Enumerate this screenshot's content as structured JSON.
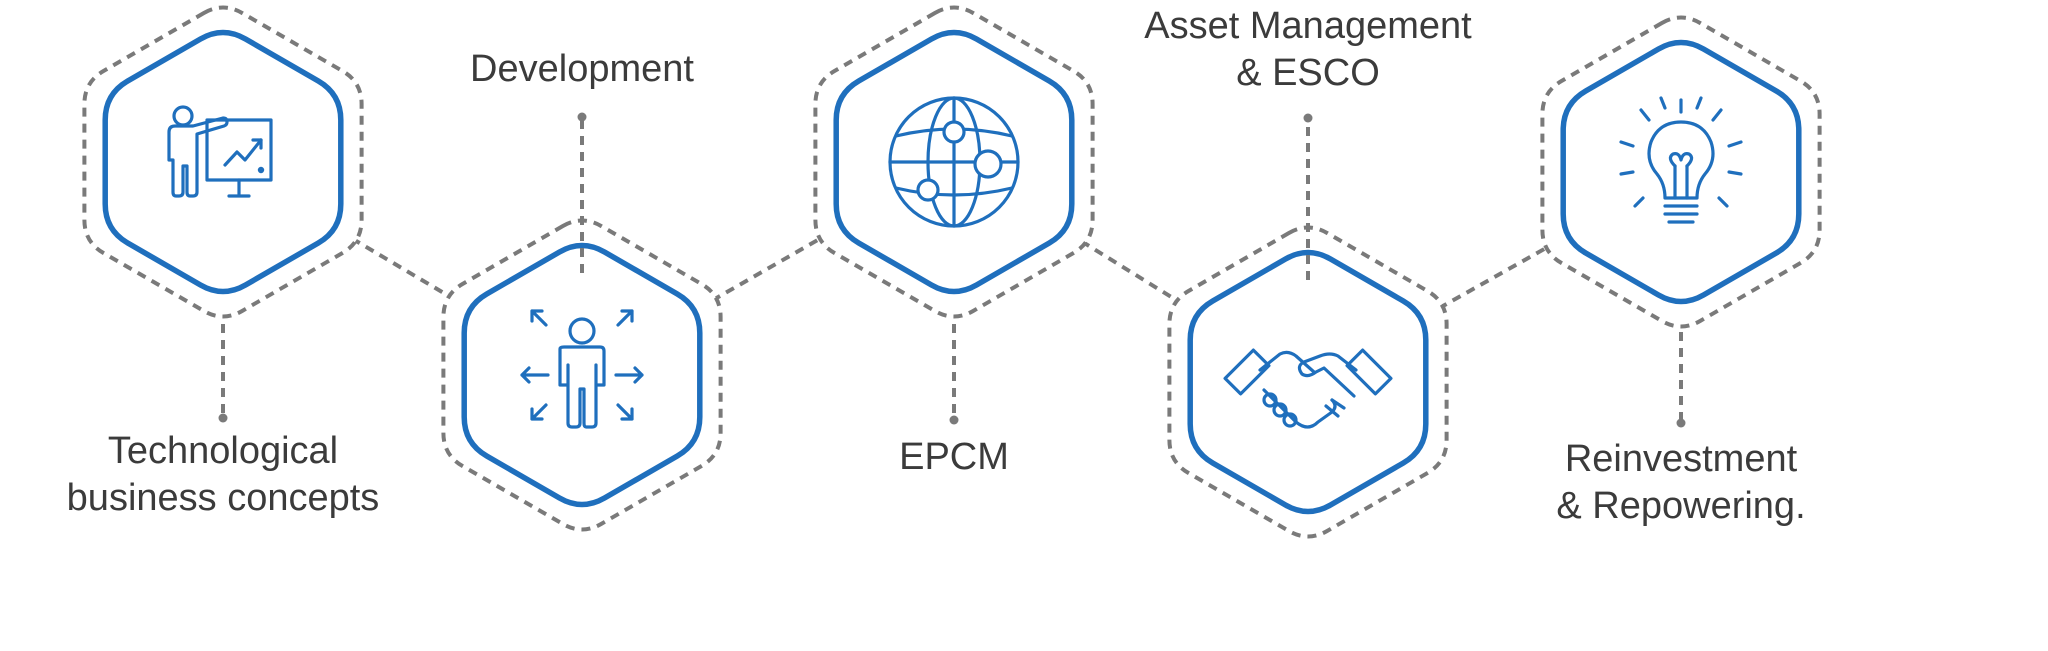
{
  "colors": {
    "accent": "#1f6fbd",
    "connector": "#7a7a7a",
    "text": "#3b3b3b"
  },
  "steps": [
    {
      "icon": "presentation-icon",
      "label_lines": [
        "Technological",
        "business concepts"
      ]
    },
    {
      "icon": "person-arrows-icon",
      "label_lines": [
        "Development"
      ]
    },
    {
      "icon": "globe-network-icon",
      "label_lines": [
        "EPCM"
      ]
    },
    {
      "icon": "handshake-icon",
      "label_lines": [
        "Asset Management",
        "& ESCO"
      ]
    },
    {
      "icon": "lightbulb-icon",
      "label_lines": [
        "Reinvestment",
        "& Repowering."
      ]
    }
  ]
}
